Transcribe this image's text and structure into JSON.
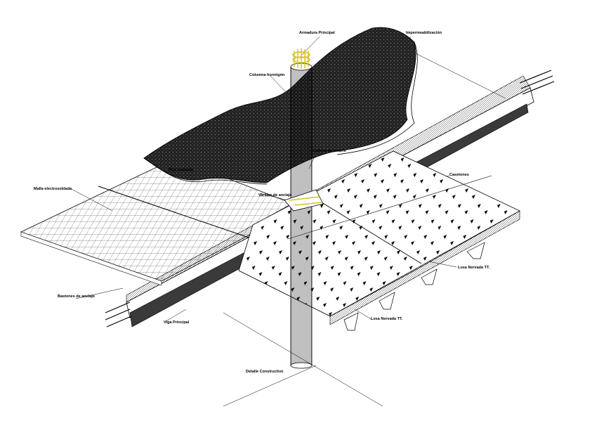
{
  "labels": {
    "armadura_principal": "Armadura Principal",
    "impermeabilizacion": "Impermeabilización",
    "columna_hormigon": "Columna hormigón",
    "viga_cargadero": "Cadena de amarre",
    "piso_acabado": "Piso acabado",
    "malla_electrosoldada": "Malla electrosoldada",
    "varillas_anclaje": "Varillas de anclaje",
    "casetones": "Casetones",
    "losa_nervada_1": "Losa Nervada TT.",
    "losa_nervada_2": "Losa Nervada TT.",
    "bastones_anclaje": "Bastones de anclaje",
    "viga_principal": "Viga Principal",
    "detalle_constructivo": "Detalle Constructivo"
  },
  "colors": {
    "line": "#000000",
    "rebar": "#d4c21a",
    "membrane": "#2a2a2a"
  }
}
